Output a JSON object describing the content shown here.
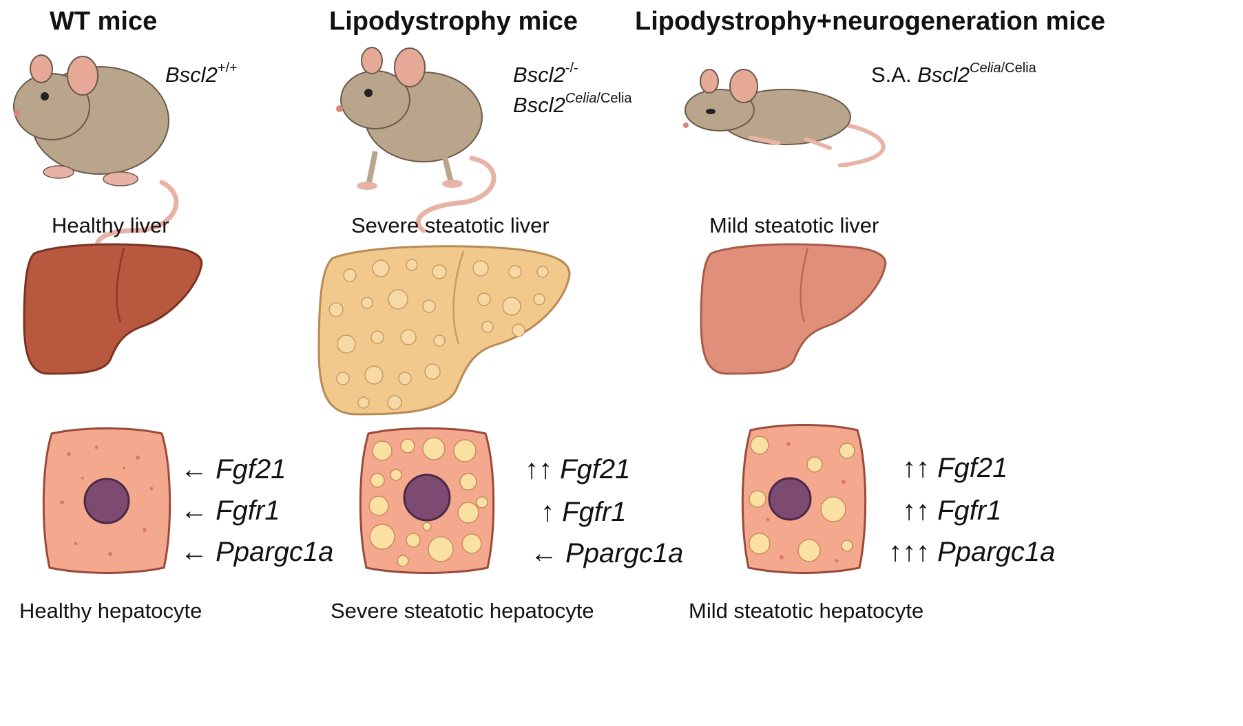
{
  "columns": [
    {
      "title": "WT mice",
      "genotype": [
        {
          "name": "Bscl2",
          "sup": "+/+"
        }
      ],
      "liver_label": "Healthy liver",
      "hepatocyte_label": "Healthy hepatocyte",
      "genes": [
        {
          "arrow": "←",
          "gene": "Fgf21"
        },
        {
          "arrow": "←",
          "gene": "Fgfr1"
        },
        {
          "arrow": "←",
          "gene": "Ppargc1a"
        }
      ]
    },
    {
      "title": "Lipodystrophy mice",
      "genotype": [
        {
          "name": "Bscl2",
          "sup": "-/-"
        },
        {
          "name": "Bscl2",
          "sup_italic": "Celia",
          "sup_plain": "/Celia"
        }
      ],
      "liver_label": "Severe steatotic liver",
      "hepatocyte_label": "Severe steatotic hepatocyte",
      "genes": [
        {
          "arrow": "↑↑",
          "gene": "Fgf21"
        },
        {
          "arrow": "↑",
          "gene": "Fgfr1"
        },
        {
          "arrow": "←",
          "gene": "Ppargc1a"
        }
      ]
    },
    {
      "title": "Lipodystrophy+neurogeneration mice",
      "genotype": [
        {
          "prefix": "S.A.",
          "name": "Bscl2",
          "sup_italic": "Celia",
          "sup_plain": "/Celia"
        }
      ],
      "liver_label": "Mild steatotic liver",
      "hepatocyte_label": "Mild steatotic hepatocyte",
      "genes": [
        {
          "arrow": "↑↑",
          "gene": "Fgf21"
        },
        {
          "arrow": "↑↑",
          "gene": "Fgfr1"
        },
        {
          "arrow": "↑↑↑",
          "gene": "Ppargc1a"
        }
      ]
    }
  ],
  "colors": {
    "mouse_body": "#b9a48c",
    "mouse_ear": "#e6a998",
    "mouse_tail": "#e8b3a6",
    "liver_healthy": "#b8583f",
    "liver_severe": "#f1c98d",
    "liver_mild": "#e0907a",
    "hepatocyte": "#f4a98e",
    "nucleus": "#7d4a72",
    "fat_droplet": "#fbe0a3"
  }
}
